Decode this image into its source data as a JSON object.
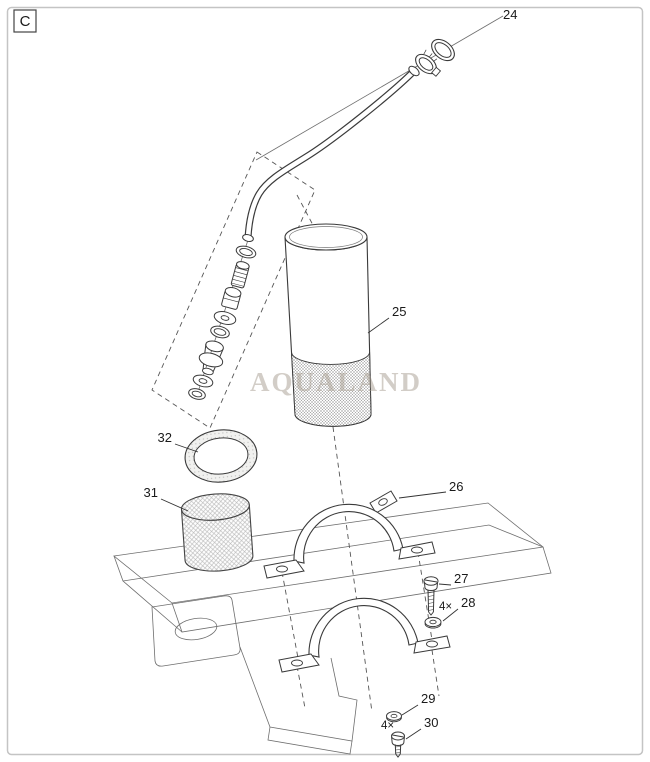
{
  "diagram": {
    "section_label": "C",
    "watermark": "AQUALAND",
    "labels": {
      "part24": "24",
      "part25": "25",
      "part26": "26",
      "part27": "27",
      "part28": "28",
      "part29": "29",
      "part30": "30",
      "part31": "31",
      "part32": "32",
      "qty27": "4×",
      "qty29": "4×"
    }
  }
}
